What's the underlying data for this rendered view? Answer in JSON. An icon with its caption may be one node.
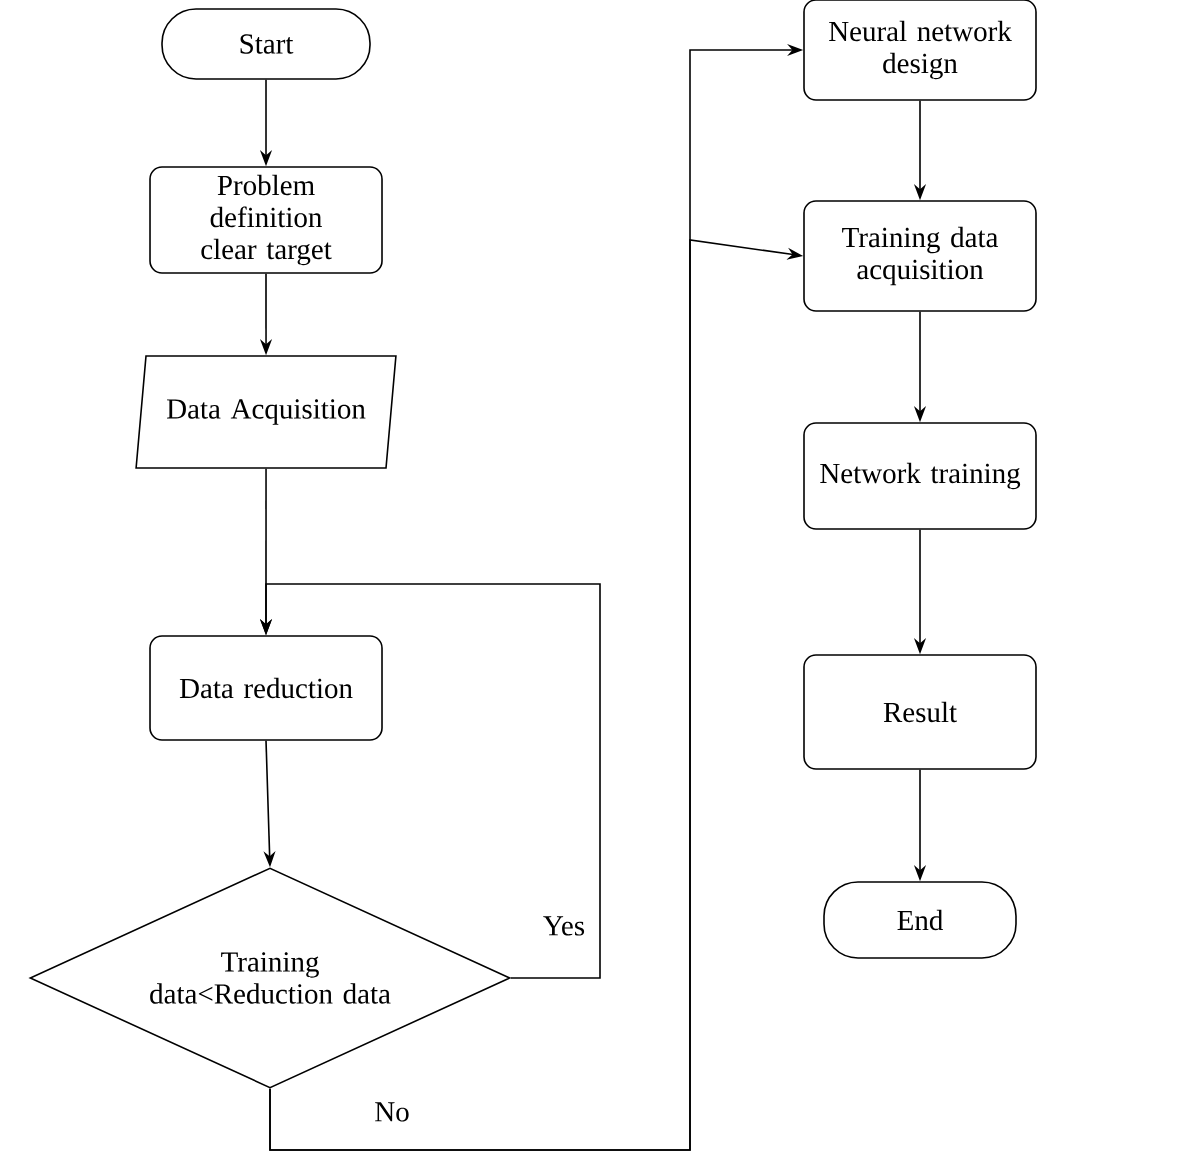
{
  "diagram": {
    "nodes": [
      {
        "text": [
          "Start"
        ]
      },
      {
        "text": [
          "Problem definition clear target"
        ]
      },
      {
        "text": [
          "Data Acquisition"
        ]
      },
      {
        "text": [
          "Data reduction"
        ]
      },
      {
        "text": [
          "Training data<Reduction data"
        ]
      },
      {
        "text": [
          "Neural network design"
        ]
      },
      {
        "text": [
          "Training data acquisition"
        ]
      },
      {
        "text": [
          "Network training"
        ]
      },
      {
        "text": [
          "Result"
        ]
      },
      {
        "text": [
          "End"
        ]
      }
    ],
    "edges": [
      {
        "from": 0,
        "to": 1,
        "arrow": "to"
      },
      {
        "from": 1,
        "to": 2,
        "arrow": "to"
      },
      {
        "from": 2,
        "to": 3,
        "arrow": "to"
      },
      {
        "from": 3,
        "to": 4,
        "arrow": "to"
      },
      {
        "from": 4,
        "to": 3,
        "arrow": "to",
        "label": "Yes"
      },
      {
        "from": 4,
        "to": 5,
        "arrow": "to",
        "label": "No"
      },
      {
        "from": 4,
        "to": 6,
        "arrow": "to"
      },
      {
        "from": 5,
        "to": 6,
        "arrow": "to"
      },
      {
        "from": 6,
        "to": 7,
        "arrow": "to"
      },
      {
        "from": 7,
        "to": 8,
        "arrow": "to"
      },
      {
        "from": 8,
        "to": 9,
        "arrow": "to"
      }
    ]
  }
}
